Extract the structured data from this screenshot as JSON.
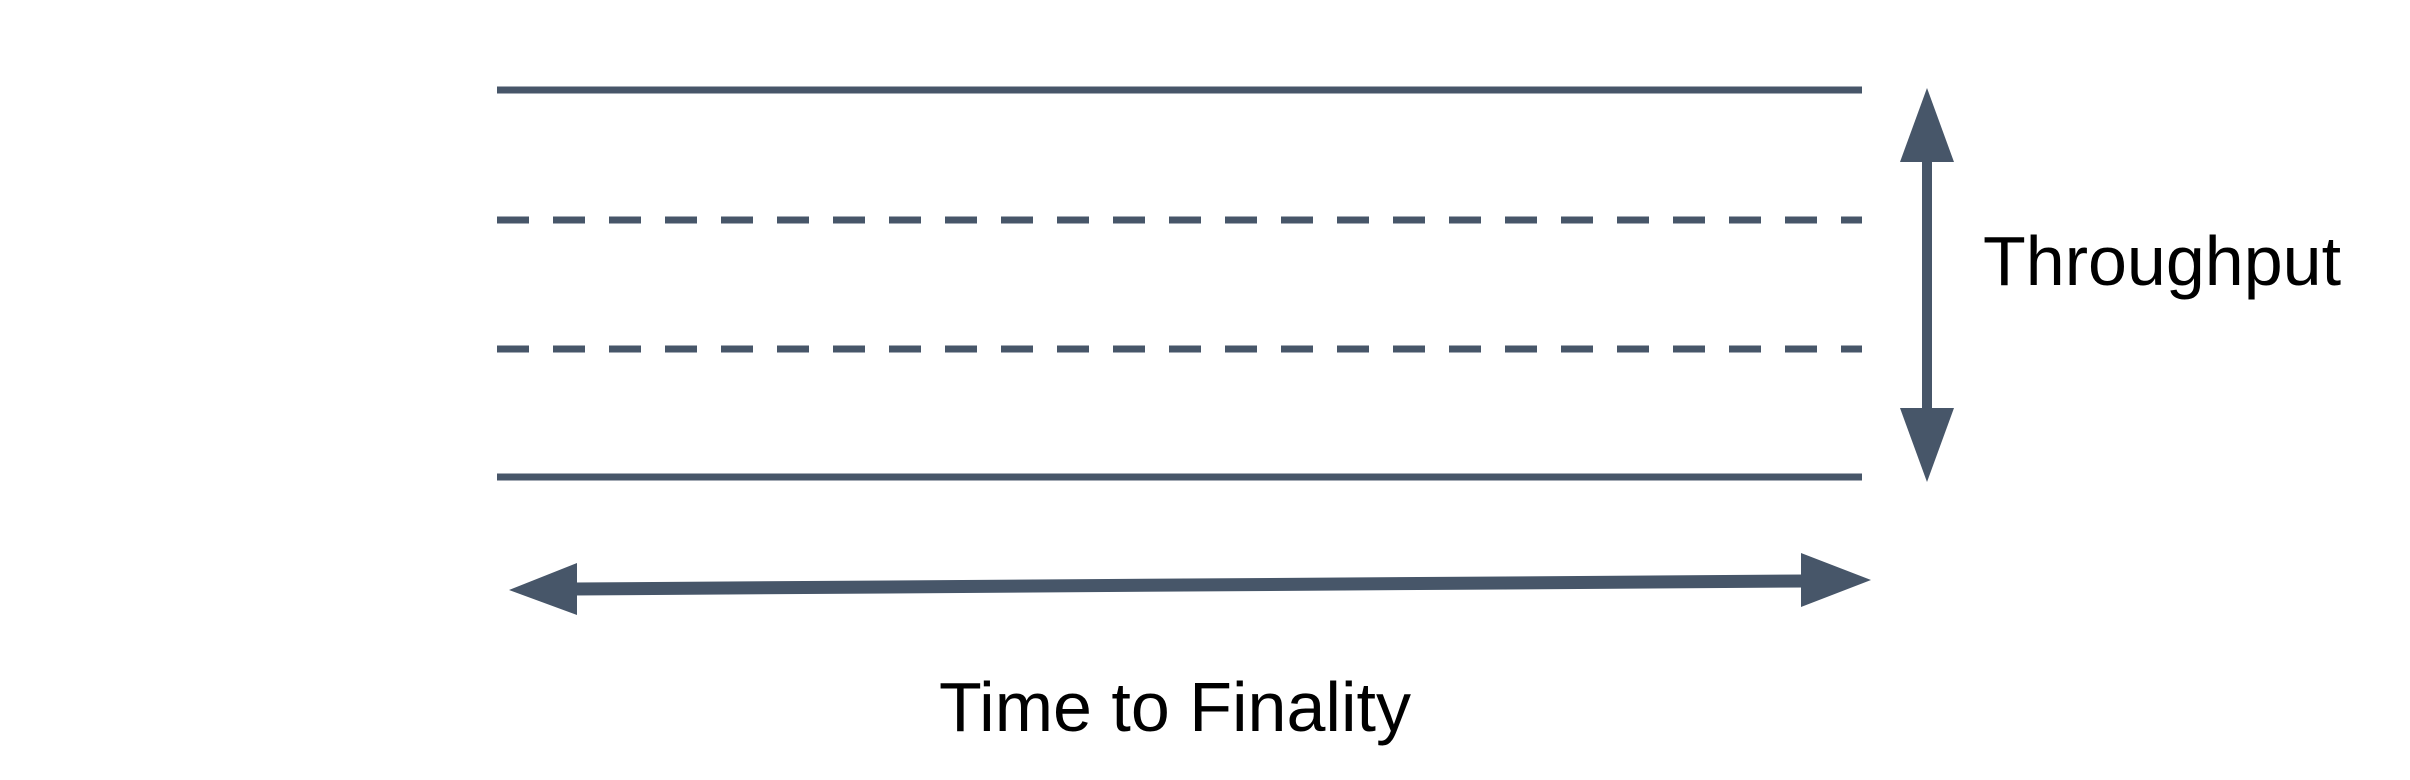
{
  "diagram": {
    "background_color": "#ffffff",
    "accent_color": "#475669",
    "text_color": "#000000",
    "labels": {
      "throughput": "Throughput",
      "time_to_finality": "Time to Finality"
    },
    "band": {
      "line_styles": [
        "solid",
        "dashed",
        "dashed",
        "solid"
      ],
      "line_count": 4
    },
    "arrows": [
      {
        "orientation": "vertical",
        "style": "double-headed",
        "label": "Throughput"
      },
      {
        "orientation": "horizontal",
        "style": "double-headed",
        "label": "Time to Finality"
      }
    ]
  }
}
